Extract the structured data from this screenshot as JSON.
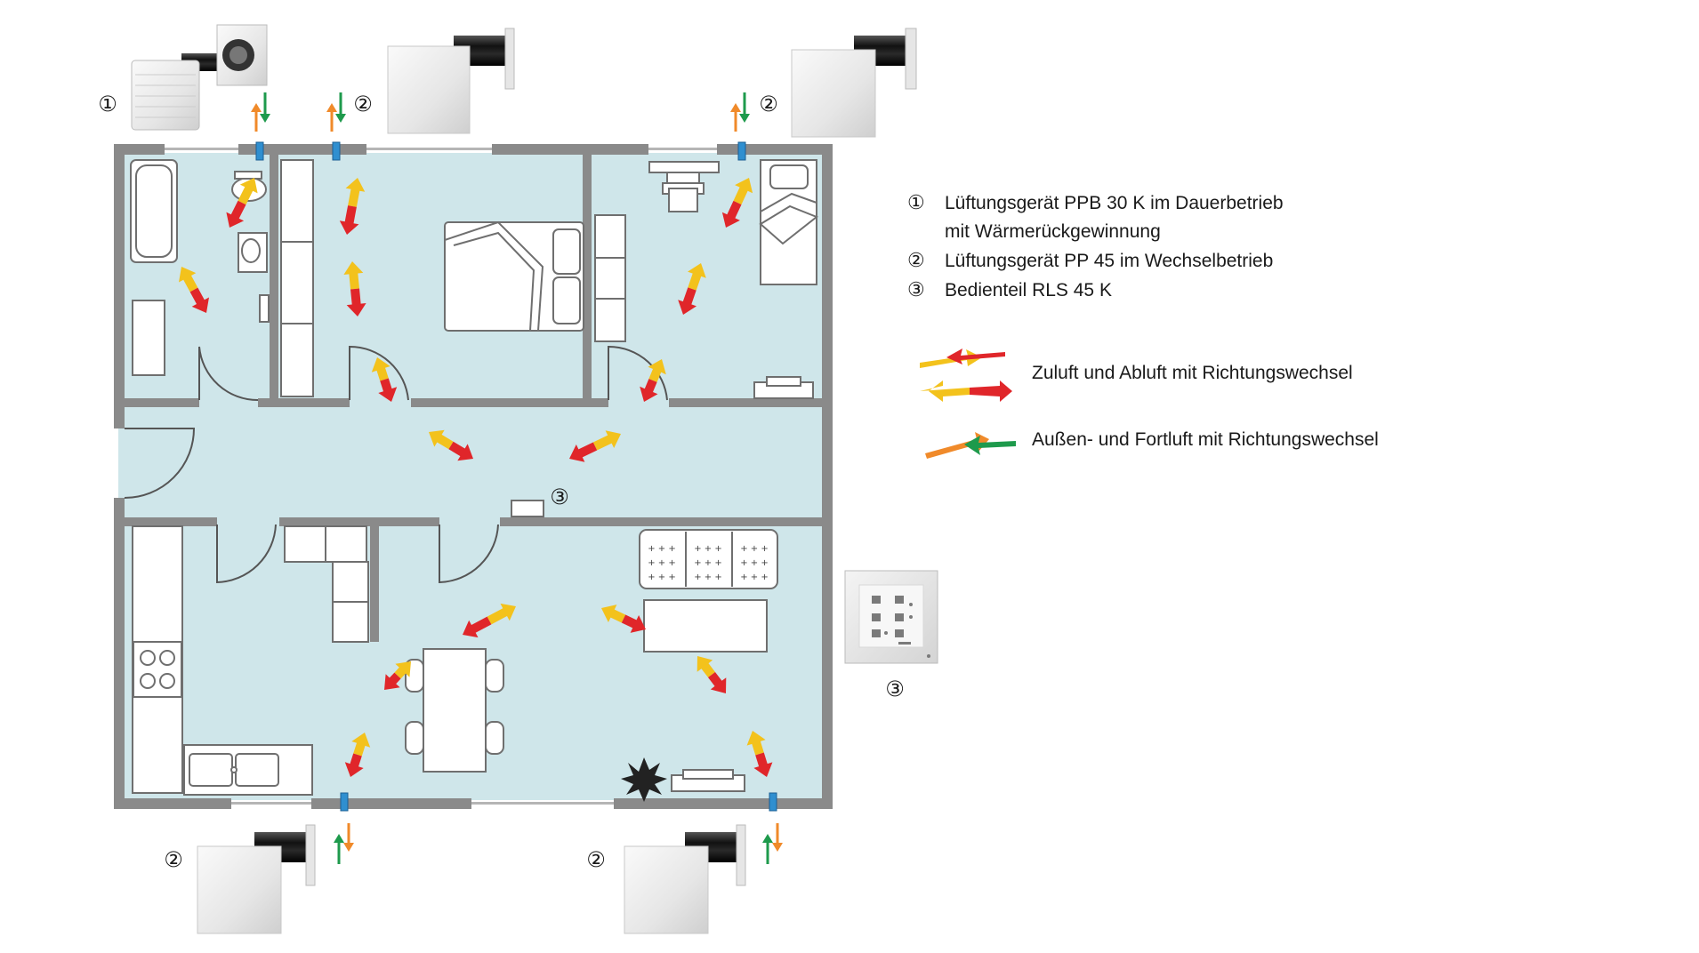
{
  "markers": {
    "one": "①",
    "two": "②",
    "three": "③"
  },
  "legend": {
    "items": [
      {
        "number": "①",
        "line1": "Lüftungsgerät PPB 30 K im Dauerbetrieb",
        "line2": "mit Wärmerückgewinnung"
      },
      {
        "number": "②",
        "line1": "Lüftungsgerät PP 45 im Wechselbetrieb"
      },
      {
        "number": "③",
        "line1": "Bedienteil RLS 45 K"
      }
    ],
    "supply_exhaust": "Zuluft und Abluft mit Richtungswechsel",
    "outdoor_exhaust": "Außen- und Fortluft mit Richtungswechsel"
  },
  "colors": {
    "floor": "#cfe6ea",
    "wall": "#8a8a8a",
    "furniture_stroke": "#6f6f6f",
    "vent": "#2f8fd0",
    "arrow_red": "#e0262a",
    "arrow_yellow": "#f3c21c",
    "arrow_orange": "#f08a2a",
    "arrow_green": "#1e9a4c"
  }
}
